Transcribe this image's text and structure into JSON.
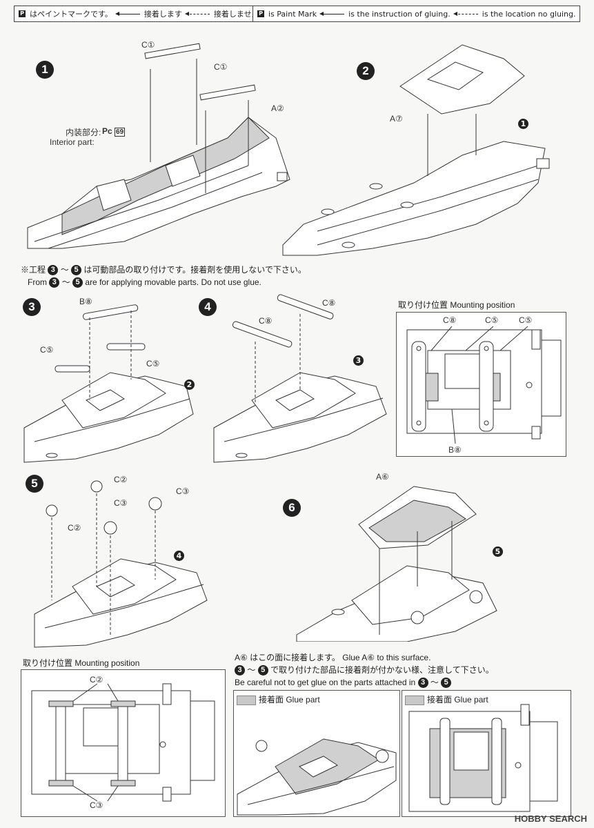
{
  "legend_jp": {
    "mark": "P",
    "paint": "はペイントマークです。",
    "glue": "接着します",
    "noglue": "接着しません"
  },
  "legend_en": {
    "mark": "P",
    "paint": "is Paint Mark",
    "glue": "is the instruction of gluing.",
    "noglue": "is the location no gluing."
  },
  "steps": [
    "1",
    "2",
    "3",
    "4",
    "5",
    "6"
  ],
  "step1": {
    "c1a": "C①",
    "c1b": "C①",
    "a2": "A②",
    "interior_jp": "内装部分:",
    "interior_en": "Interior part:",
    "pc_ref": "Pc",
    "page_ref": "69"
  },
  "step2": {
    "a7": "A⑦",
    "ref1": "1"
  },
  "movable_note": {
    "jp_a": "※工程",
    "jp_b": "～",
    "jp_c": "は可動部品の取り付けです。接着剤を使用しないで下さい。",
    "en_a": "From",
    "en_b": "～",
    "en_c": "are for applying movable parts. Do not use glue.",
    "s3": "3",
    "s5": "5"
  },
  "step3": {
    "b8": "B⑧",
    "c5a": "C⑤",
    "c5b": "C⑤",
    "ref": "2"
  },
  "step4": {
    "c8a": "C⑧",
    "c8b": "C⑧",
    "ref": "3"
  },
  "mount1": {
    "title": "取り付け位置 Mounting position",
    "c8": "C⑧",
    "c5a": "C⑤",
    "c5b": "C⑤",
    "b8": "B⑧"
  },
  "step5": {
    "c2a": "C②",
    "c2b": "C②",
    "c3a": "C③",
    "c3b": "C③",
    "ref": "4"
  },
  "step6": {
    "a6": "A⑥",
    "ref": "5"
  },
  "mount2": {
    "title": "取り付け位置 Mounting position",
    "c2": "C②",
    "c3": "C③"
  },
  "glue_note": {
    "l1_a": "A⑥ はこの面に接着します。",
    "l1_b": "Glue A⑥ to this surface.",
    "l2_a": "～",
    "l2_b": "で取り付けた部品に接着剤が付かない様、注意して下さい。",
    "l3_a": "Be careful not to get glue on the parts attached in",
    "l3_b": "～",
    "s3": "3",
    "s5": "5"
  },
  "glue_part": "接着面 Glue part",
  "watermark": "HOBBY SEARCH"
}
